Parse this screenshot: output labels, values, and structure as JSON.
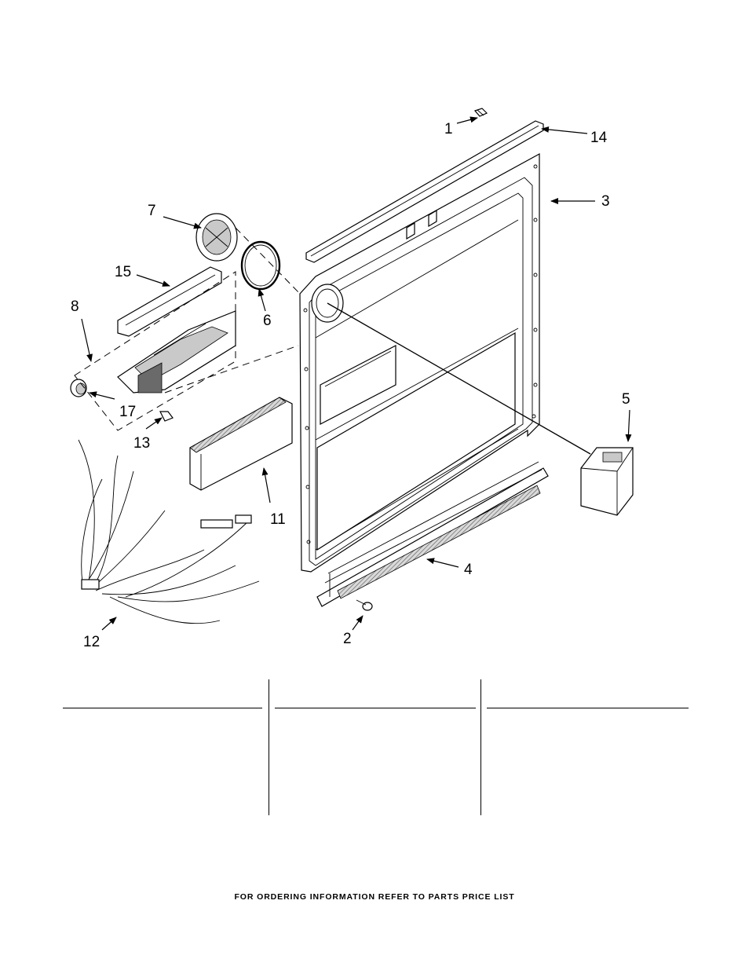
{
  "callouts": {
    "c1": "1",
    "c2": "2",
    "c3": "3",
    "c4": "4",
    "c5": "5",
    "c6": "6",
    "c7": "7",
    "c8": "8",
    "c11": "11",
    "c12": "12",
    "c13": "13",
    "c14": "14",
    "c15": "15",
    "c17": "17"
  },
  "footer": {
    "text": "FOR ORDERING INFORMATION REFER TO PARTS PRICE LIST"
  }
}
